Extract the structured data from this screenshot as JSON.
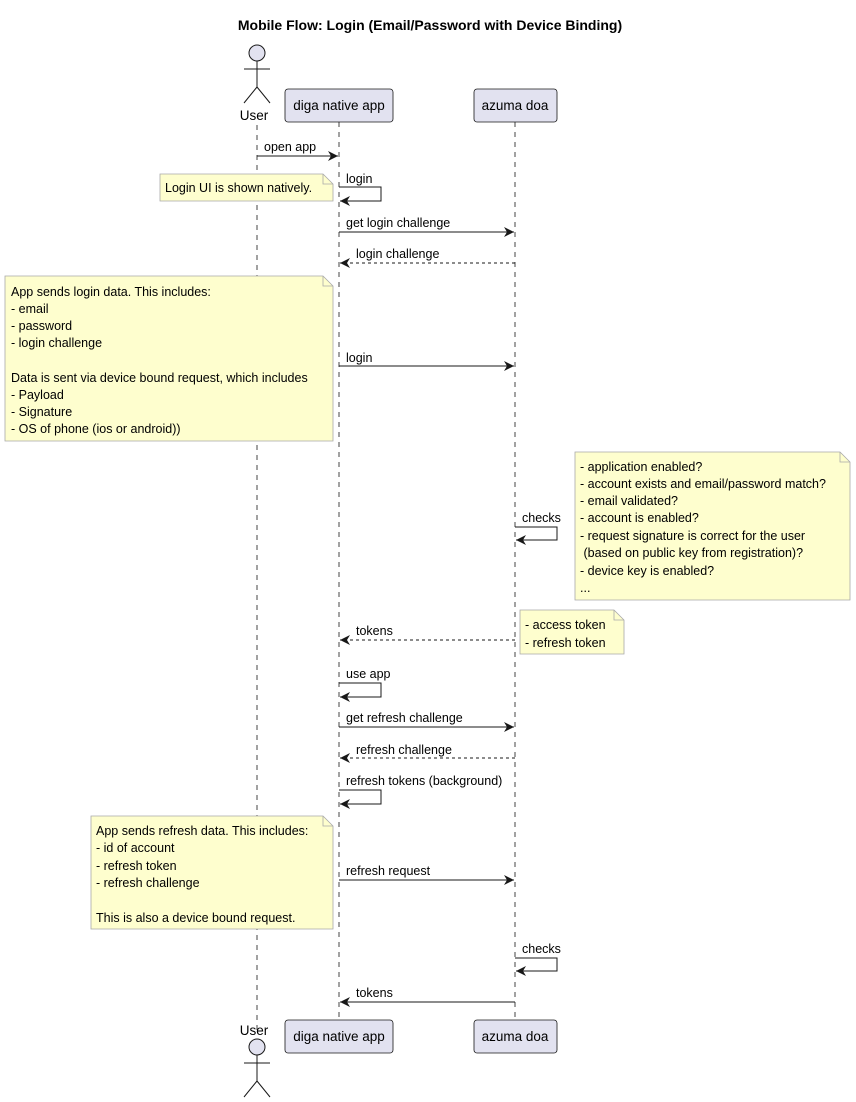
{
  "title": "Mobile Flow: Login (Email/Password with Device Binding)",
  "participants": {
    "user": "User",
    "app": "diga native app",
    "doa": "azuma doa"
  },
  "messages": [
    {
      "from": "user",
      "to": "app",
      "label": "open app",
      "style": "solid"
    },
    {
      "from": "app",
      "to": "app",
      "label": "login",
      "style": "solid"
    },
    {
      "from": "app",
      "to": "doa",
      "label": "get login challenge",
      "style": "solid"
    },
    {
      "from": "doa",
      "to": "app",
      "label": "login challenge",
      "style": "dashed"
    },
    {
      "from": "app",
      "to": "doa",
      "label": "login",
      "style": "solid"
    },
    {
      "from": "doa",
      "to": "doa",
      "label": "checks",
      "style": "solid"
    },
    {
      "from": "doa",
      "to": "app",
      "label": "tokens",
      "style": "dashed"
    },
    {
      "from": "app",
      "to": "app",
      "label": "use app",
      "style": "solid"
    },
    {
      "from": "app",
      "to": "doa",
      "label": "get refresh challenge",
      "style": "solid"
    },
    {
      "from": "doa",
      "to": "app",
      "label": "refresh challenge",
      "style": "dashed"
    },
    {
      "from": "app",
      "to": "app",
      "label": "refresh tokens (background)",
      "style": "solid"
    },
    {
      "from": "app",
      "to": "doa",
      "label": "refresh request",
      "style": "solid"
    },
    {
      "from": "doa",
      "to": "doa",
      "label": "checks",
      "style": "solid"
    },
    {
      "from": "doa",
      "to": "app",
      "label": "tokens",
      "style": "solid"
    }
  ],
  "notes": [
    {
      "lines": [
        "Login UI is shown natively."
      ]
    },
    {
      "lines": [
        "App sends login data. This includes:",
        "- email",
        "- password",
        "- login challenge",
        "",
        "Data is sent via device bound request, which includes",
        "- Payload",
        "- Signature",
        "- OS of phone (ios or android))"
      ]
    },
    {
      "lines": [
        "- application enabled?",
        "- account exists and email/password match?",
        "- email validated?",
        "- account is enabled?",
        "- request signature is correct for the user",
        " (based on public key from registration)?",
        "- device key is enabled?",
        "..."
      ]
    },
    {
      "lines": [
        "- access token",
        "- refresh token"
      ]
    },
    {
      "lines": [
        "App sends refresh data. This includes:",
        "- id of account",
        "- refresh token",
        "- refresh challenge",
        "",
        "This is also a device bound request."
      ]
    }
  ],
  "colors": {
    "participant_fill": "#e2e2f0",
    "participant_stroke": "#181818",
    "note_fill": "#fefece",
    "note_stroke": "#a9a9a9",
    "lifeline": "#181818"
  }
}
